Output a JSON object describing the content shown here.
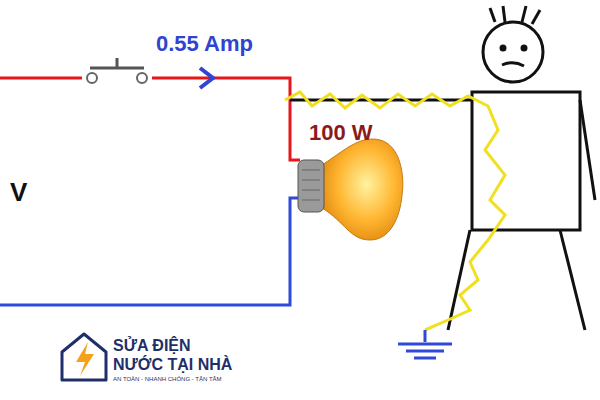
{
  "diagram": {
    "labels": [
      "0.55 Amp",
      "100 W",
      "V",
      "SỬA ĐIỆN",
      "NƯỚC TẠI NHÀ",
      "AN TOÀN - NHANH CHÓNG - TẬN TÂM"
    ]
  }
}
